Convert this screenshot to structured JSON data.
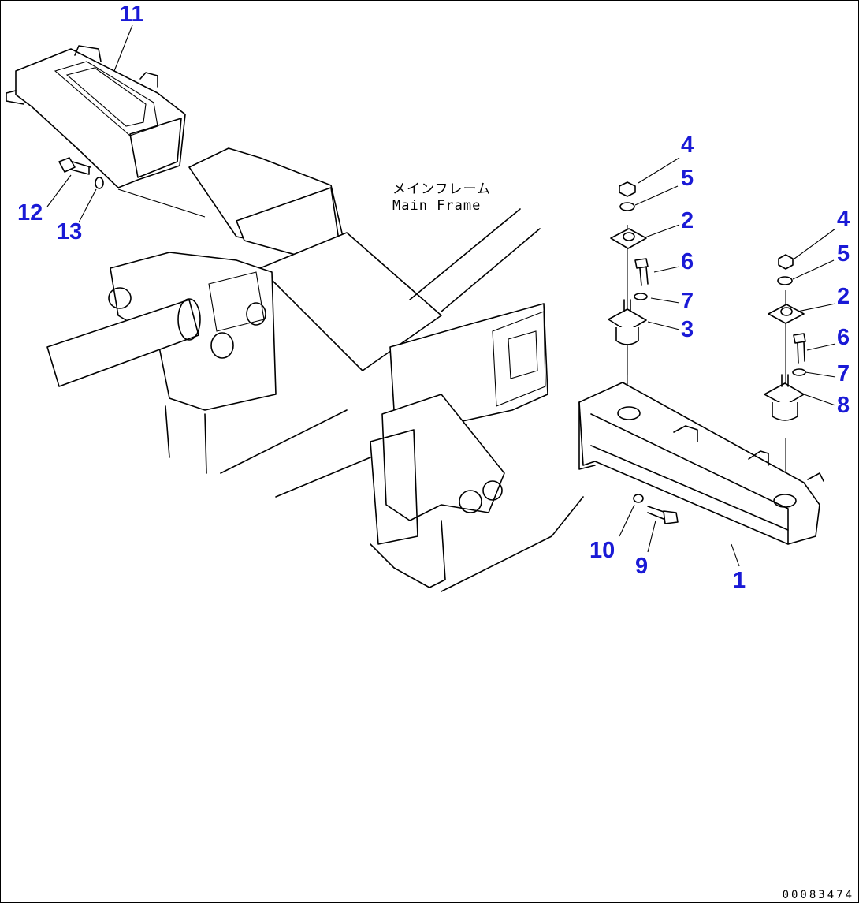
{
  "callouts": [
    {
      "id": "c11",
      "label": "11"
    },
    {
      "id": "c12",
      "label": "12"
    },
    {
      "id": "c13",
      "label": "13"
    },
    {
      "id": "c4a",
      "label": "4"
    },
    {
      "id": "c5a",
      "label": "5"
    },
    {
      "id": "c2a",
      "label": "2"
    },
    {
      "id": "c6a",
      "label": "6"
    },
    {
      "id": "c7a",
      "label": "7"
    },
    {
      "id": "c3",
      "label": "3"
    },
    {
      "id": "c4b",
      "label": "4"
    },
    {
      "id": "c5b",
      "label": "5"
    },
    {
      "id": "c2b",
      "label": "2"
    },
    {
      "id": "c6b",
      "label": "6"
    },
    {
      "id": "c7b",
      "label": "7"
    },
    {
      "id": "c8",
      "label": "8"
    },
    {
      "id": "c10",
      "label": "10"
    },
    {
      "id": "c9",
      "label": "9"
    },
    {
      "id": "c1",
      "label": "1"
    }
  ],
  "annotation": {
    "jp": "メインフレーム",
    "en": "Main Frame"
  },
  "drawing_number": "00083474",
  "colors": {
    "callout": "#1a1ad6",
    "line": "#000000",
    "background": "#ffffff"
  }
}
